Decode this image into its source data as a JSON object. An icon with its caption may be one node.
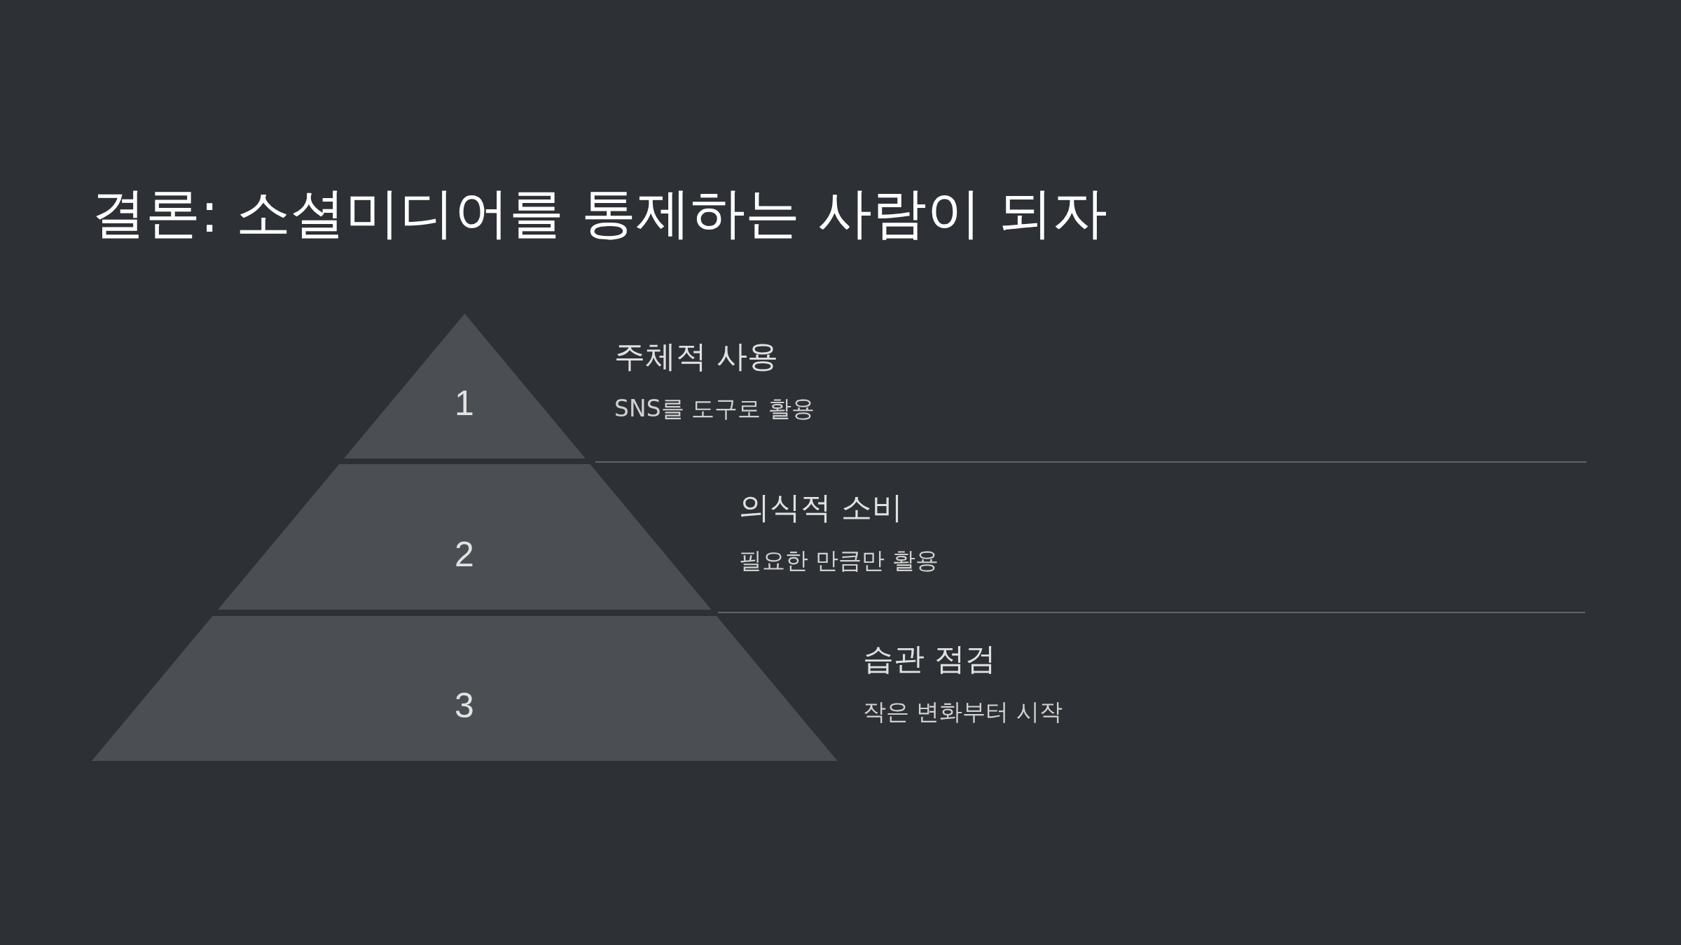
{
  "diagram": {
    "title": "결론: 소셜미디어를 통제하는 사람이 되자",
    "nodes": [
      {
        "text": [
          "1"
        ],
        "beside": [
          "주체적 사용",
          "SNS를 도구로 활용"
        ]
      },
      {
        "text": [
          "2"
        ],
        "beside": [
          "의식적 소비",
          "필요한 만큼만 활용"
        ]
      },
      {
        "text": [
          "3"
        ],
        "beside": [
          "습관 점검",
          "작은 변화부터 시작"
        ]
      }
    ]
  }
}
